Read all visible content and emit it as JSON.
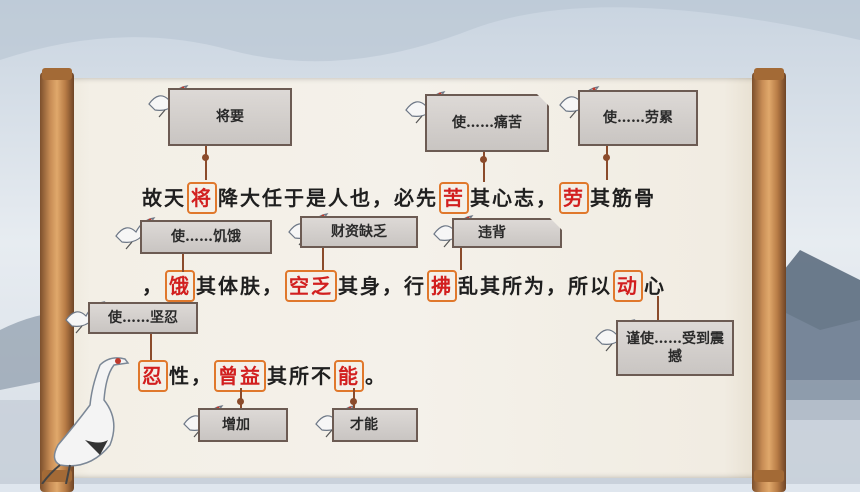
{
  "lines": {
    "line1": {
      "p1": "故天",
      "h1": "将",
      "p2": "降大任于是人也，必先",
      "h2": "苦",
      "p3": "其心志，",
      "h3": "劳",
      "p4": "其筋骨"
    },
    "line2": {
      "p1": "，",
      "h1": "饿",
      "p2": "其体肤，",
      "h2": "空乏",
      "p3": "其身，行",
      "h3": "拂",
      "p4": "乱其所为，所以",
      "h4": "动",
      "p5": "心"
    },
    "line3": {
      "h1": "忍",
      "p1": "性，",
      "h2": "曾益",
      "p2": "其所不",
      "h3": "能",
      "p3": "。"
    }
  },
  "glosses": {
    "jiang": "将要",
    "ku": "使……痛苦",
    "lao": "使……劳累",
    "e": "使……饥饿",
    "kongfa": "财资缺乏",
    "fu": "违背",
    "ren": "使……坚忍",
    "dong": "谨使……受到震撼",
    "zengyi": "增加",
    "neng": "才能"
  },
  "colors": {
    "highlight_text": "#d21f1f",
    "highlight_border": "#e0782c",
    "connector": "#8b4b2b"
  }
}
